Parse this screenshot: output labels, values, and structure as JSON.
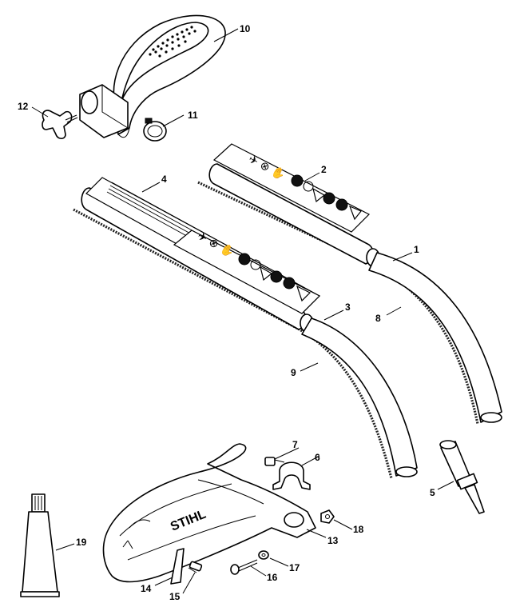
{
  "diagram": {
    "parts": [
      {
        "id": "p1",
        "label": "1"
      },
      {
        "id": "p2",
        "label": "2"
      },
      {
        "id": "p3",
        "label": "3"
      },
      {
        "id": "p4",
        "label": "4"
      },
      {
        "id": "p5",
        "label": "5"
      },
      {
        "id": "p6",
        "label": "6"
      },
      {
        "id": "p7",
        "label": "7"
      },
      {
        "id": "p8",
        "label": "8"
      },
      {
        "id": "p9",
        "label": "9"
      },
      {
        "id": "p10",
        "label": "10"
      },
      {
        "id": "p11",
        "label": "11"
      },
      {
        "id": "p12",
        "label": "12"
      },
      {
        "id": "p13",
        "label": "13"
      },
      {
        "id": "p14",
        "label": "14"
      },
      {
        "id": "p15",
        "label": "15"
      },
      {
        "id": "p16",
        "label": "16"
      },
      {
        "id": "p17",
        "label": "17"
      },
      {
        "id": "p18",
        "label": "18"
      },
      {
        "id": "p19",
        "label": "19"
      }
    ],
    "guard_logo": "STIHL",
    "colors": {
      "ink": "#000000",
      "paper": "#ffffff"
    }
  }
}
